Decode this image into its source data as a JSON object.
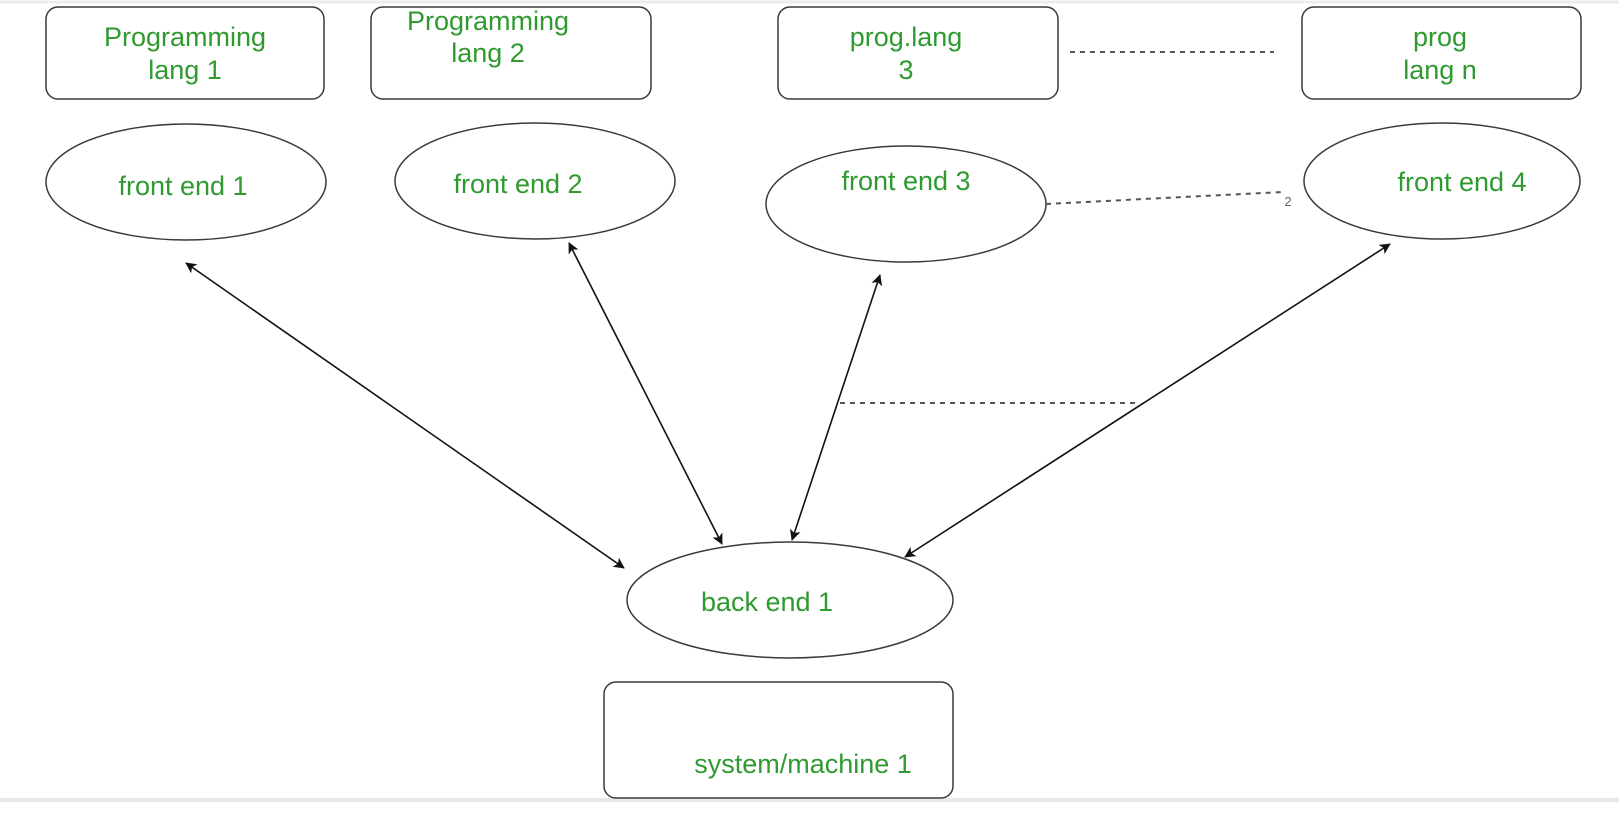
{
  "diagram": {
    "colors": {
      "text": "#2f9a2f",
      "stroke": "#3a3a3a",
      "arrow": "#111111",
      "dotted": "#555555",
      "background": "#ffffff"
    },
    "languages": [
      {
        "line1": "Programming",
        "line2": "lang 1"
      },
      {
        "line1": "Programming",
        "line2": "lang 2"
      },
      {
        "line1": "prog.lang",
        "line2": "3"
      },
      {
        "line1": "prog",
        "line2": "lang n"
      }
    ],
    "front_ends": [
      {
        "label": "front end 1"
      },
      {
        "label": "front end 2"
      },
      {
        "label": "front end 3"
      },
      {
        "label": "front end 4"
      }
    ],
    "back_end": {
      "label": "back end 1"
    },
    "system": {
      "label": "system/machine 1"
    },
    "edges": [
      {
        "from": "front end 1",
        "to": "back end 1",
        "style": "double-arrow"
      },
      {
        "from": "front end 2",
        "to": "back end 1",
        "style": "double-arrow"
      },
      {
        "from": "front end 3",
        "to": "back end 1",
        "style": "double-arrow"
      },
      {
        "from": "front end 4",
        "to": "back end 1",
        "style": "double-arrow"
      }
    ],
    "continuation_marker": "2"
  }
}
